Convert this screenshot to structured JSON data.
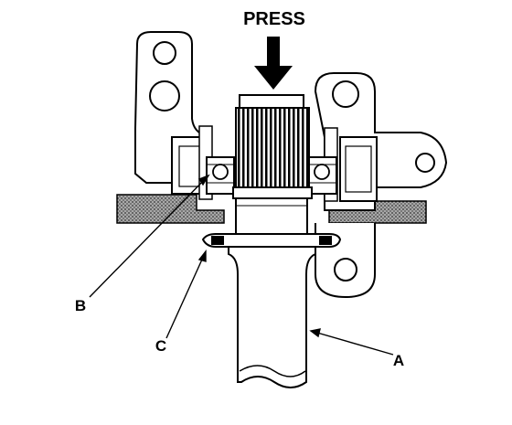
{
  "diagram": {
    "press_label": "PRESS",
    "callouts": {
      "a": "A",
      "b": "B",
      "c": "C"
    }
  },
  "colors": {
    "ink": "#000000",
    "paper": "#ffffff",
    "support_fill": "#9a9a9a"
  }
}
